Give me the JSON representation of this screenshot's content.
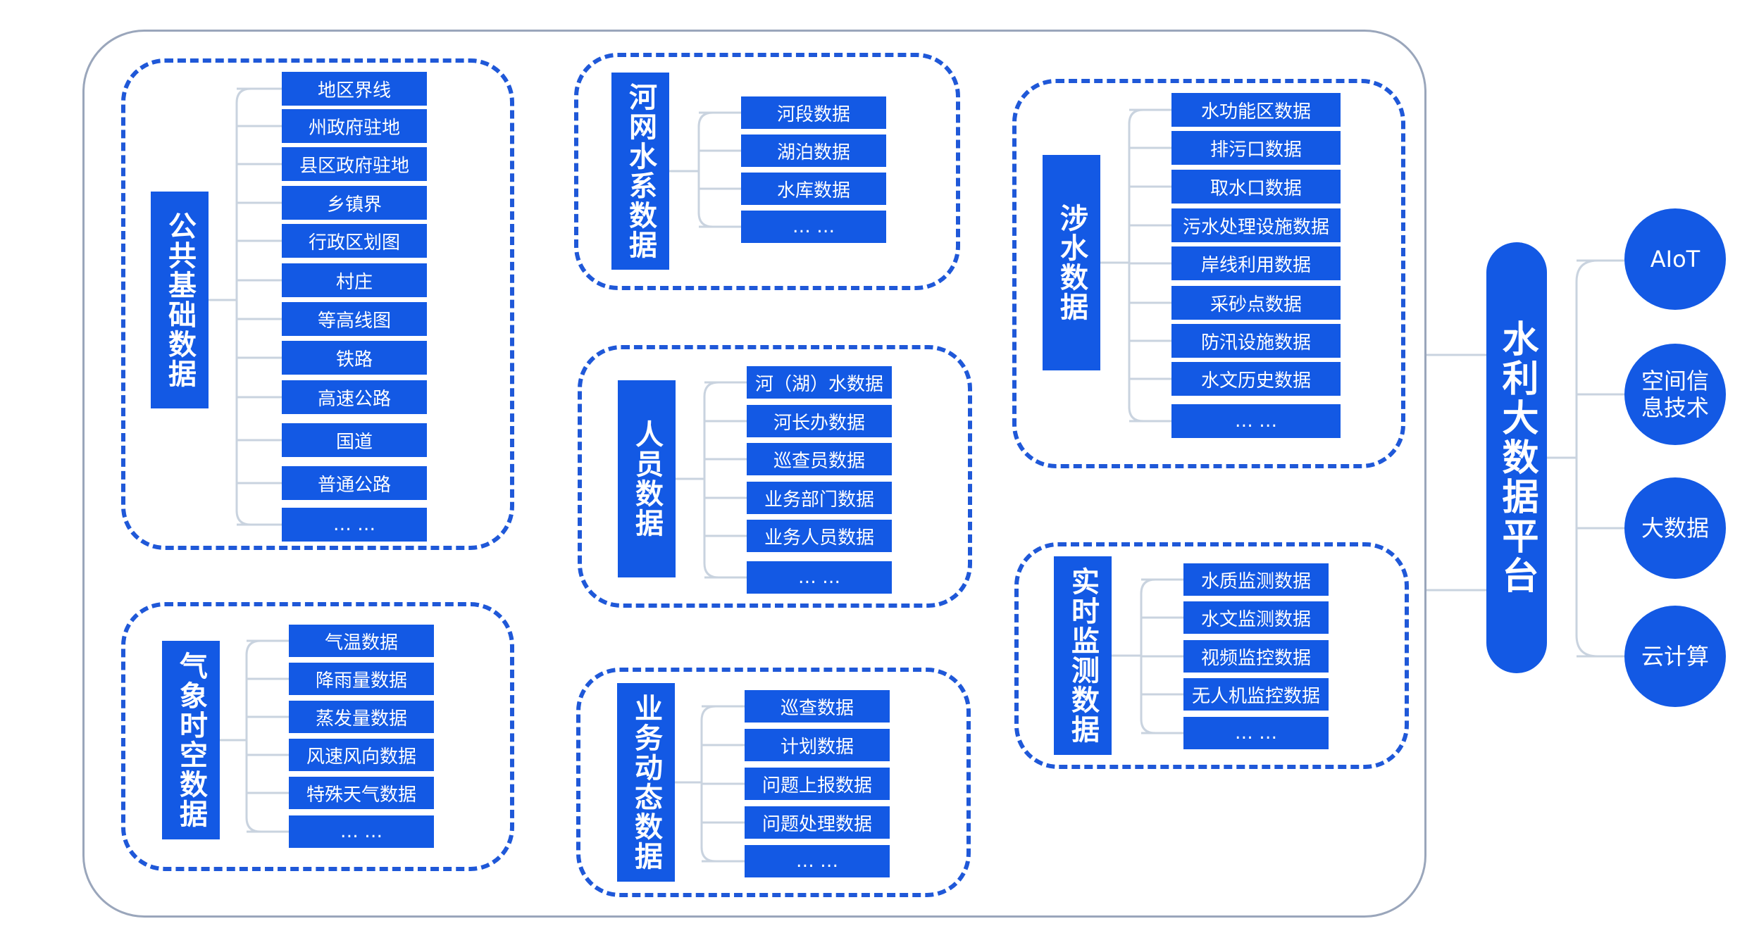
{
  "groups": [
    {
      "id": "public",
      "title": "公共基础数据",
      "items": [
        "地区界线",
        "州政府驻地",
        "县区政府驻地",
        "乡镇界",
        "行政区划图",
        "村庄",
        "等高线图",
        "铁路",
        "高速公路",
        "国道",
        "普通公路",
        "… …"
      ]
    },
    {
      "id": "river",
      "title": "河网水系数据",
      "items": [
        "河段数据",
        "湖泊数据",
        "水库数据",
        "… …"
      ]
    },
    {
      "id": "people",
      "title": "人员数据",
      "items": [
        "河（湖）水数据",
        "河长办数据",
        "巡查员数据",
        "业务部门数据",
        "业务人员数据",
        "… …"
      ]
    },
    {
      "id": "business",
      "title": "业务动态数据",
      "items": [
        "巡查数据",
        "计划数据",
        "问题上报数据",
        "问题处理数据",
        "… …"
      ]
    },
    {
      "id": "weather",
      "title": "气象时空数据",
      "items": [
        "气温数据",
        "降雨量数据",
        "蒸发量数据",
        "风速风向数据",
        "特殊天气数据",
        "… …"
      ]
    },
    {
      "id": "water",
      "title": "涉水数据",
      "items": [
        "水功能区数据",
        "排污口数据",
        "取水口数据",
        "污水处理设施数据",
        "岸线利用数据",
        "采砂点数据",
        "防汛设施数据",
        "水文历史数据",
        "… …"
      ]
    },
    {
      "id": "monitor",
      "title": "实时监测数据",
      "items": [
        "水质监测数据",
        "水文监测数据",
        "视频监控数据",
        "无人机监控数据",
        "… …"
      ]
    }
  ],
  "platform": {
    "label": "水利大数据平台"
  },
  "technologies": [
    "AIoT",
    "空间信息技术",
    "大数据",
    "云计算"
  ],
  "colors": {
    "primary": "#1359e4",
    "dashed_border": "#1f58d8",
    "connector": "#c9d3df",
    "outer_border": "#9aa6bb"
  }
}
